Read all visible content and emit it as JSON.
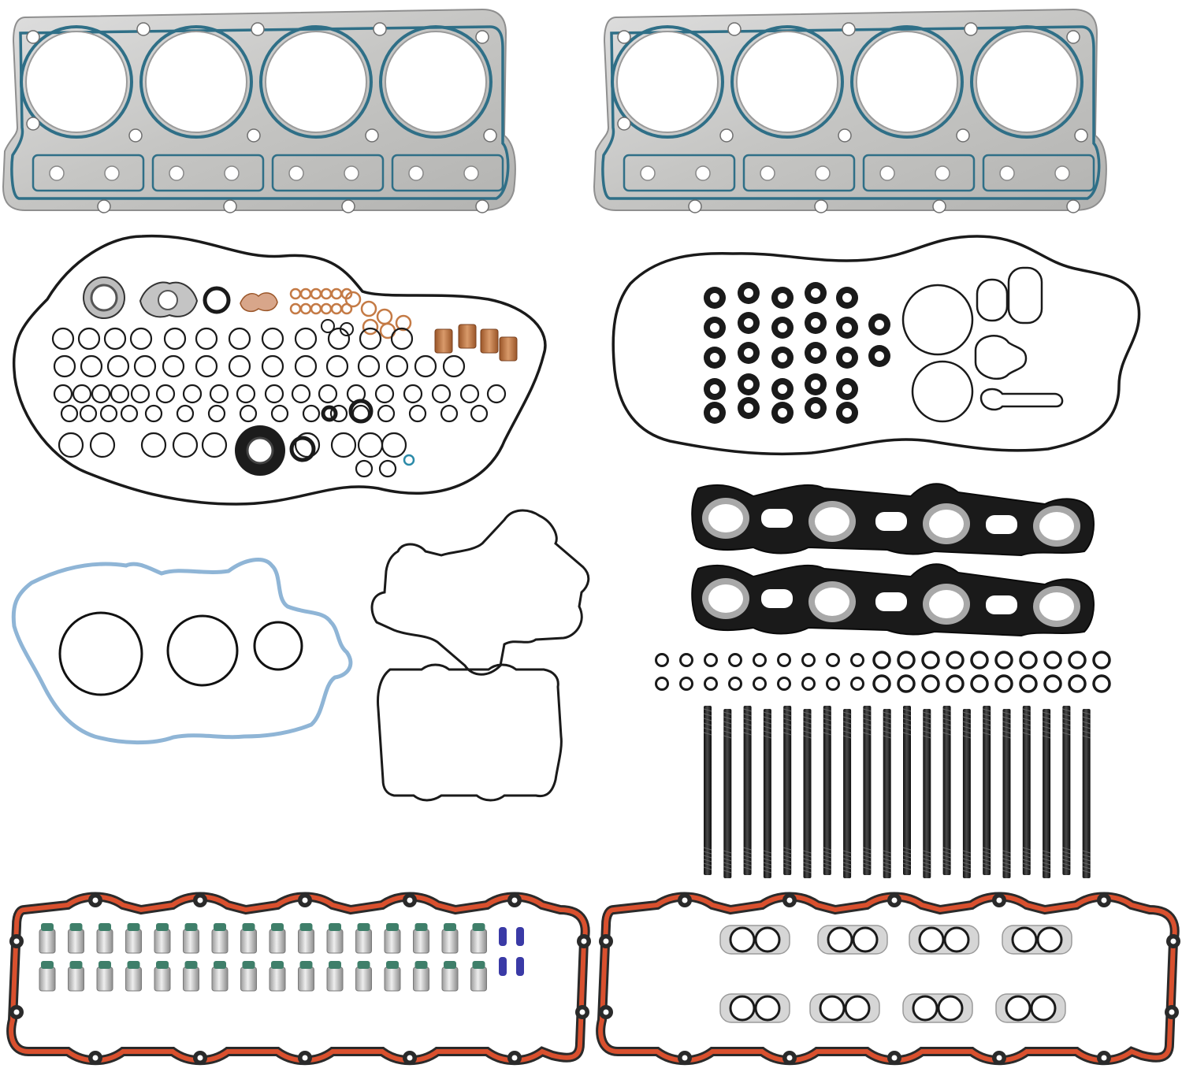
{
  "image": {
    "kind": "product photo",
    "background_color": "#ffffff",
    "colors": {
      "head_gasket_metal": "#c9c9c7",
      "head_gasket_seal": "#2f6f87",
      "rubber_black": "#1a1a1a",
      "copper": "#c47a45",
      "blue_gasket": "#9cc1e2",
      "valve_cover_red": "#d9502e",
      "injector_cup": "#c8c8c8",
      "injector_cup_cap": "#3f7f6a",
      "blue_plug": "#3a3aa6"
    }
  },
  "components": {
    "head_gaskets": 2,
    "front_cover_gasket_set": 1,
    "valve_cover_gasket_set": 1,
    "oil_cooler_gaskets": 2,
    "water_pump_gasket_set": 1,
    "exhaust_manifold_gaskets": 2,
    "small_orings_rows": 2,
    "head_studs": 20,
    "valve_covers": 2,
    "injector_cups_per_row": 16,
    "injector_cup_rows": 2,
    "blue_plugs": 4,
    "fuel_rail_seals": 8
  }
}
